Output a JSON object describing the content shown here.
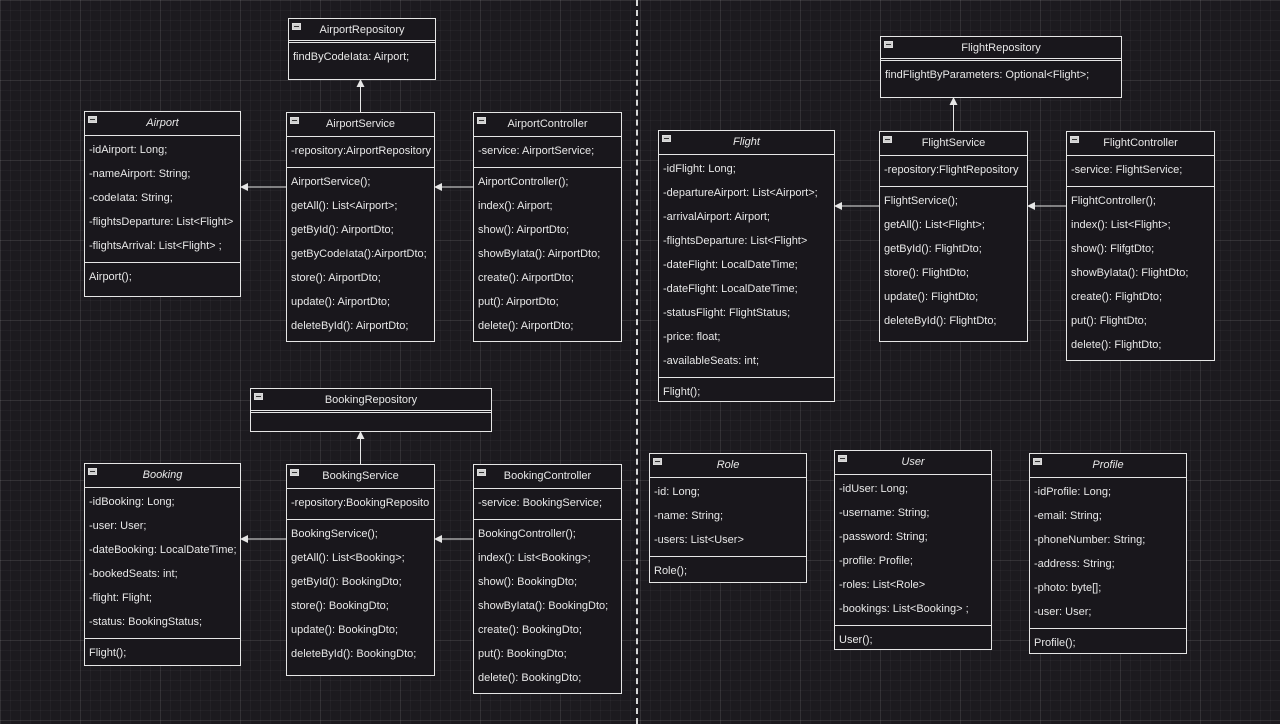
{
  "classes": [
    {
      "id": "airport-repository",
      "name": "AirportRepository",
      "kind": "iface",
      "attributes": [],
      "methods": [
        "findByCodeIata: Airport;"
      ]
    },
    {
      "id": "airport",
      "name": "Airport",
      "kind": "abstract",
      "attributes": [
        "-idAirport: Long;",
        "-nameAirport: String;",
        "-codeIata: String;",
        "-flightsDeparture: List<Flight>",
        "-flightsArrival: List<Flight> ;"
      ],
      "methods": [
        "Airport();"
      ]
    },
    {
      "id": "airport-service",
      "name": "AirportService",
      "kind": "class",
      "attributes": [
        "-repository:AirportRepository"
      ],
      "methods": [
        "AirportService();",
        "getAll(): List<Airport>;",
        "getById(): AirportDto;",
        "getByCodeIata():AirportDto;",
        "store(): AirportDto;",
        "update(): AirportDto;",
        "deleteById(): AirportDto;"
      ]
    },
    {
      "id": "airport-controller",
      "name": "AirportController",
      "kind": "class",
      "attributes": [
        "-service: AirportService;"
      ],
      "methods": [
        "AirportController();",
        "index(): Airport;",
        "show(): AirportDto;",
        "showByIata(): AirportDto;",
        "create(): AirportDto;",
        "put(): AirportDto;",
        "delete(): AirportDto;"
      ]
    },
    {
      "id": "booking-repository",
      "name": "BookingRepository",
      "kind": "iface",
      "attributes": [],
      "methods": [
        ""
      ]
    },
    {
      "id": "booking",
      "name": "Booking",
      "kind": "abstract",
      "attributes": [
        "-idBooking: Long;",
        "-user: User;",
        "-dateBooking: LocalDateTime;",
        "-bookedSeats: int;",
        "-flight: Flight;",
        "-status: BookingStatus;"
      ],
      "methods": [
        "Flight();"
      ]
    },
    {
      "id": "booking-service",
      "name": "BookingService",
      "kind": "class",
      "attributes": [
        "-repository:BookingReposito"
      ],
      "methods": [
        "BookingService();",
        "getAll(): List<Booking>;",
        "getById(): BookingDto;",
        "store(): BookingDto;",
        "update(): BookingDto;",
        "deleteById(): BookingDto;"
      ]
    },
    {
      "id": "booking-controller",
      "name": "BookingController",
      "kind": "class",
      "attributes": [
        "-service: BookingService;"
      ],
      "methods": [
        "BookingController();",
        "index(): List<Booking>;",
        "show(): BookingDto;",
        "showByIata(): BookingDto;",
        "create(): BookingDto;",
        "put(): BookingDto;",
        "delete(): BookingDto;"
      ]
    },
    {
      "id": "flight-repository",
      "name": "FlightRepository",
      "kind": "iface",
      "attributes": [],
      "methods": [
        "findFlightByParameters: Optional<Flight>;"
      ]
    },
    {
      "id": "flight",
      "name": "Flight",
      "kind": "abstract",
      "attributes": [
        "-idFlight: Long;",
        "-departureAirport: List<Airport>;",
        "-arrivalAirport: Airport;",
        "-flightsDeparture: List<Flight>",
        "-dateFlight: LocalDateTime;",
        "-dateFlight: LocalDateTime;",
        "-statusFlight: FlightStatus;",
        "-price: float;",
        "-availableSeats: int;"
      ],
      "methods": [
        "Flight();"
      ]
    },
    {
      "id": "flight-service",
      "name": "FlightService",
      "kind": "class",
      "attributes": [
        "-repository:FlightRepository"
      ],
      "methods": [
        "FlightService();",
        "getAll(): List<Flight>;",
        "getById(): FlightDto;",
        "store(): FlightDto;",
        "update(): FlightDto;",
        "deleteById(): FlightDto;"
      ]
    },
    {
      "id": "flight-controller",
      "name": "FlightController",
      "kind": "class",
      "attributes": [
        "-service: FlightService;"
      ],
      "methods": [
        "FlightController();",
        "index(): List<Flight>;",
        "show(): FlifgtDto;",
        "showByIata(): FlightDto;",
        "create(): FlightDto;",
        "put(): FlightDto;",
        "delete(): FlightDto;"
      ]
    },
    {
      "id": "role",
      "name": "Role",
      "kind": "abstract",
      "attributes": [
        "-id: Long;",
        "-name: String;",
        "-users: List<User>"
      ],
      "methods": [
        "Role();"
      ]
    },
    {
      "id": "user",
      "name": "User",
      "kind": "abstract",
      "attributes": [
        "-idUser: Long;",
        "-username: String;",
        "-password: String;",
        "-profile: Profile;",
        "-roles: List<Role>",
        "-bookings: List<Booking> ;"
      ],
      "methods": [
        "User();"
      ]
    },
    {
      "id": "profile",
      "name": "Profile",
      "kind": "abstract",
      "attributes": [
        "-idProfile: Long;",
        "-email: String;",
        "-phoneNumber: String;",
        "-address: String;",
        "-photo: byte[];",
        "-user: User;"
      ],
      "methods": [
        "Profile();"
      ]
    }
  ],
  "relations": [
    {
      "from": "airport-service",
      "to": "airport-repository"
    },
    {
      "from": "airport-service",
      "to": "airport"
    },
    {
      "from": "airport-controller",
      "to": "airport-service"
    },
    {
      "from": "booking-service",
      "to": "booking-repository"
    },
    {
      "from": "booking-service",
      "to": "booking"
    },
    {
      "from": "booking-controller",
      "to": "booking-service"
    },
    {
      "from": "flight-service",
      "to": "flight-repository"
    },
    {
      "from": "flight-service",
      "to": "flight"
    },
    {
      "from": "flight-controller",
      "to": "flight-service"
    }
  ]
}
